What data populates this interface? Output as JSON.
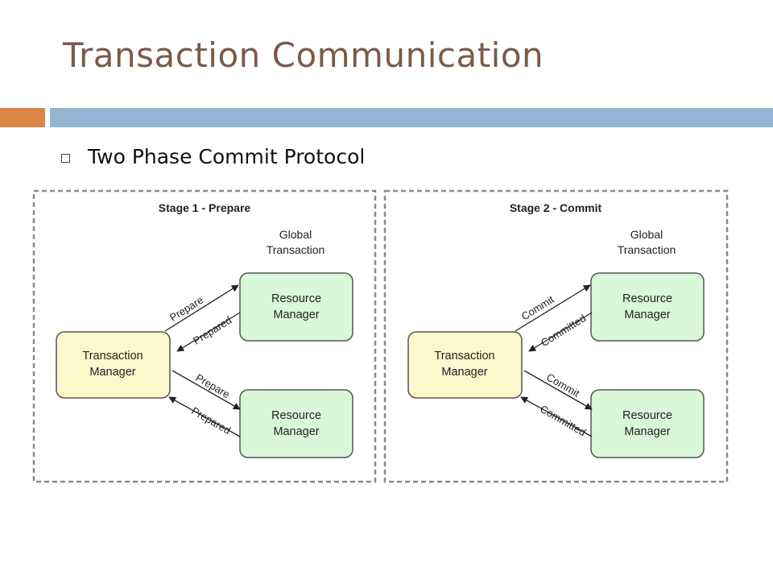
{
  "slide": {
    "title": "Transaction Communication",
    "bullet": "Two Phase Commit Protocol"
  },
  "colors": {
    "title": "#7b5a4a",
    "accent_orange": "#dd8747",
    "accent_blue": "#94b6d2",
    "transaction_manager_fill": "#fbf8cc",
    "resource_manager_fill": "#d8f8d8"
  },
  "stages": [
    {
      "title": "Stage 1 - Prepare",
      "global_transaction": [
        "Global",
        "Transaction"
      ],
      "transaction_manager": [
        "Transaction",
        "Manager"
      ],
      "resource_manager_top": [
        "Resource",
        "Manager"
      ],
      "resource_manager_bottom": [
        "Resource",
        "Manager"
      ],
      "request_label_top": "Prepare",
      "reply_label_top": "Prepared",
      "request_label_bottom": "Prepare",
      "reply_label_bottom": "Prepared"
    },
    {
      "title": "Stage 2 - Commit",
      "global_transaction": [
        "Global",
        "Transaction"
      ],
      "transaction_manager": [
        "Transaction",
        "Manager"
      ],
      "resource_manager_top": [
        "Resource",
        "Manager"
      ],
      "resource_manager_bottom": [
        "Resource",
        "Manager"
      ],
      "request_label_top": "Commit",
      "reply_label_top": "Committed",
      "request_label_bottom": "Commit",
      "reply_label_bottom": "Committed"
    }
  ]
}
